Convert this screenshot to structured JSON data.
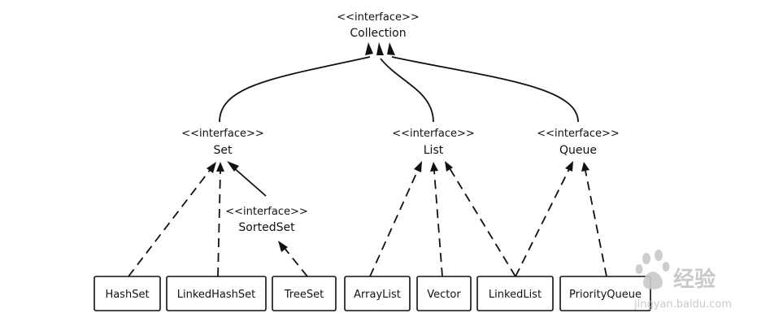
{
  "diagram": {
    "interfaces": {
      "collection": {
        "stereotype": "<<interface>>",
        "name": "Collection"
      },
      "set": {
        "stereotype": "<<interface>>",
        "name": "Set"
      },
      "list": {
        "stereotype": "<<interface>>",
        "name": "List"
      },
      "queue": {
        "stereotype": "<<interface>>",
        "name": "Queue"
      },
      "sortedset": {
        "stereotype": "<<interface>>",
        "name": "SortedSet"
      }
    },
    "classes": {
      "hashset": "HashSet",
      "linkedhashset": "LinkedHashSet",
      "treeset": "TreeSet",
      "arraylist": "ArrayList",
      "vector": "Vector",
      "linkedlist": "LinkedList",
      "priorityqueue": "PriorityQueue"
    },
    "edges": [
      {
        "from": "Set",
        "to": "Collection",
        "style": "solid"
      },
      {
        "from": "List",
        "to": "Collection",
        "style": "solid"
      },
      {
        "from": "Queue",
        "to": "Collection",
        "style": "solid"
      },
      {
        "from": "SortedSet",
        "to": "Set",
        "style": "solid"
      },
      {
        "from": "HashSet",
        "to": "Set",
        "style": "dashed"
      },
      {
        "from": "LinkedHashSet",
        "to": "Set",
        "style": "dashed"
      },
      {
        "from": "TreeSet",
        "to": "SortedSet",
        "style": "dashed"
      },
      {
        "from": "ArrayList",
        "to": "List",
        "style": "dashed"
      },
      {
        "from": "Vector",
        "to": "List",
        "style": "dashed"
      },
      {
        "from": "LinkedList",
        "to": "List",
        "style": "dashed"
      },
      {
        "from": "LinkedList",
        "to": "Queue",
        "style": "dashed"
      },
      {
        "from": "PriorityQueue",
        "to": "Queue",
        "style": "dashed"
      }
    ]
  },
  "watermark": {
    "brand": "Bai du",
    "suffix": "经验",
    "url": "jingyan.baidu.com"
  },
  "colors": {
    "line": "#111111",
    "background": "#ffffff",
    "watermark": "#c4c4c4"
  }
}
